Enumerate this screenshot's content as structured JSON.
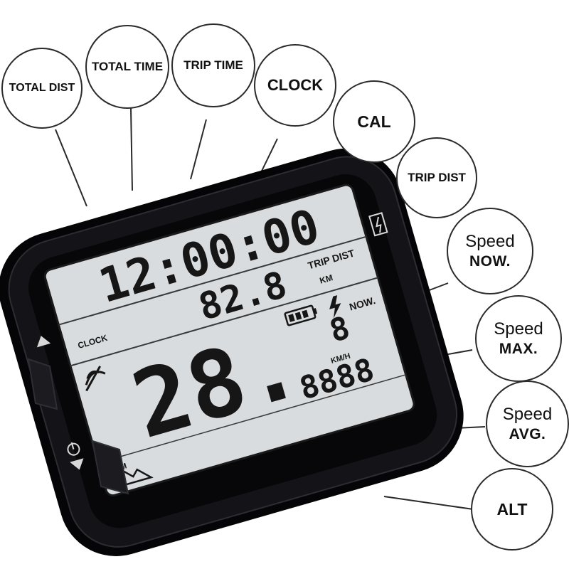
{
  "callouts": {
    "total_dist": "TOTAL DIST",
    "total_time": "TOTAL TIME",
    "trip_time": "TRIP TIME",
    "clock": "CLOCK",
    "cal": "CAL",
    "trip_dist": "TRIP DIST",
    "speed_now": {
      "line1": "Speed",
      "line2": "NOW."
    },
    "speed_max": {
      "line1": "Speed",
      "line2": "MAX."
    },
    "speed_avg": {
      "line1": "Speed",
      "line2": "AVG."
    },
    "alt": "ALT"
  },
  "display": {
    "time_digits": "12:00:00",
    "clock_label": "CLOCK",
    "trip_dist_label": "TRIP DIST",
    "distance": "82.8",
    "distance_unit": "KM",
    "now_label": "NOW.",
    "speed_main": "28.",
    "speed_decimal": "8",
    "speed_unit": "KM/H",
    "secondary_digits": "8888",
    "alt_unit": "M"
  },
  "colors": {
    "device_body": "#0b0b0e",
    "lcd_background": "#d9dcde",
    "lcd_digits": "#161616"
  }
}
